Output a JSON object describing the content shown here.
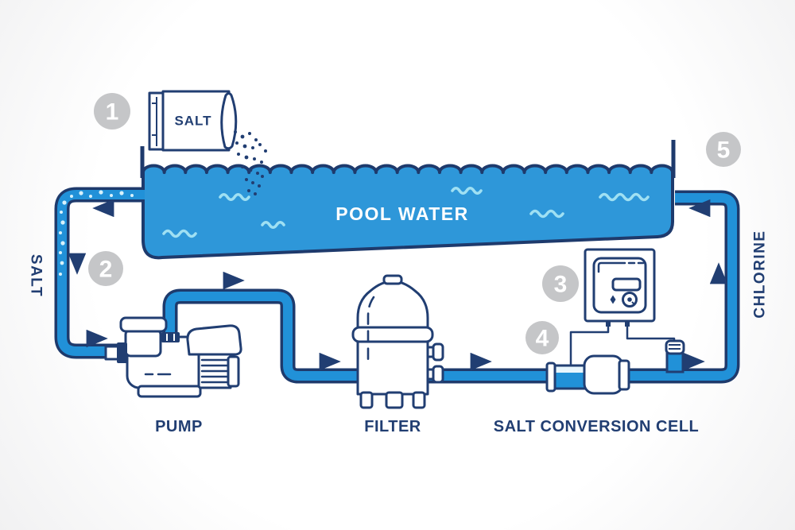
{
  "diagram": {
    "badges": [
      "1",
      "2",
      "3",
      "4",
      "5"
    ],
    "salt_bag": {
      "label": "SALT"
    },
    "pool": {
      "label": "POOL WATER"
    },
    "flows": {
      "salt": "SALT",
      "chlorine": "CHLORINE"
    },
    "components": {
      "pump": "PUMP",
      "filter": "FILTER",
      "cell": "SALT CONVERSION CELL"
    },
    "colors": {
      "outline_navy": "#213E72",
      "pipe_blue": "#2191D8",
      "pool_blue": "#2E97D9",
      "wave_light_blue": "#9FE0F3",
      "salt_dot_light": "#D8F2FC",
      "badge_gray": "#C5C6C8",
      "pool_text": "#FFFFFF"
    }
  }
}
